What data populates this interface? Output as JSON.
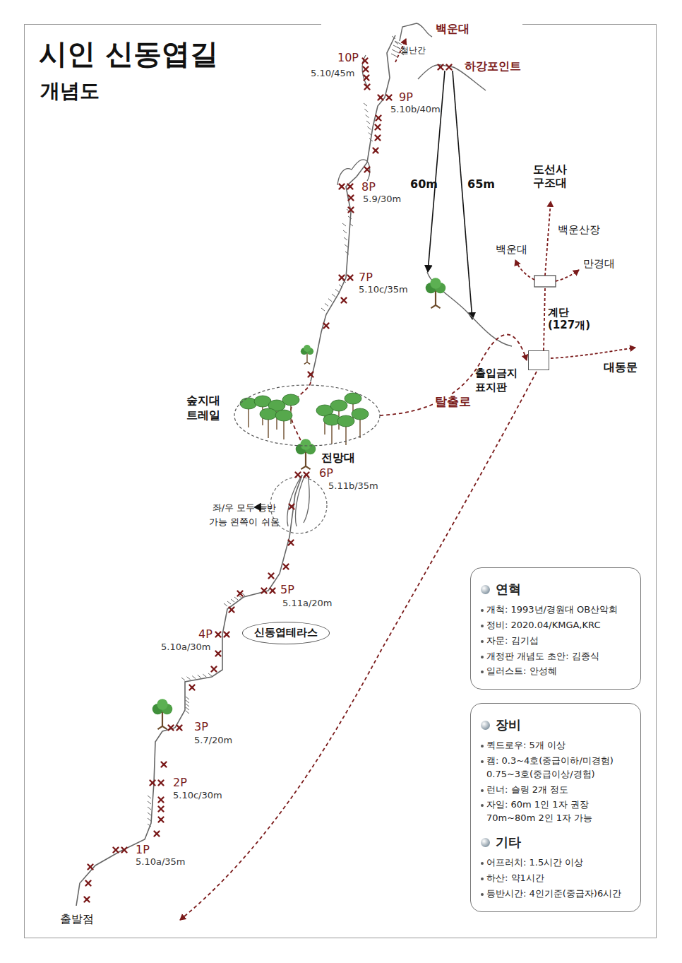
{
  "diagram": {
    "title": "시인 신동엽길",
    "caption": "개념도",
    "nodes": [
      {
        "text": [
          "출입금지 표지판"
        ]
      },
      {
        "text": [
          "숲지대 트레일"
        ]
      },
      {
        "text": [
          "신동엽테라스"
        ]
      },
      {
        "text": [
          "연혁",
          "개척: 1993년/경원대 OB산악회",
          "정비: 2020.04/KMGA,KRC",
          "자문: 김기섭",
          "개정판 개념도 초안: 김종식",
          "일러스트: 안성혜"
        ]
      },
      {
        "text": [
          "장비",
          "퀵드로우: 5개 이상",
          "캠: 0.3~4호(중급이하/미경험) 0.75~3호(중급이상/경험)",
          "런너: 슬링 2개 정도",
          "자일: 60m 1인 1자 권장 70m~80m 2인 1자 가능",
          "기타",
          "어프러치: 1.5시간 이상",
          "하산: 약1시간",
          "등반시간: 4인기준(중급자)6시간"
        ]
      }
    ],
    "edges": [
      {
        "from": 1,
        "to": 0,
        "label": "탈출로",
        "arrow": "to"
      }
    ],
    "labels": [
      "10P",
      "5.10/45m",
      "9P",
      "5.10b/40m",
      "8P",
      "5.9/30m",
      "7P",
      "5.10c/35m",
      "전망대",
      "6P",
      "5.11b/35m",
      "5P",
      "5.11a/20m",
      "4P",
      "5.10a/30m",
      "3P",
      "5.7/20m",
      "2P",
      "5.10c/30m",
      "1P",
      "5.10a/35m",
      "출발점",
      "백운대",
      "철난간",
      "하강포인트",
      "60m",
      "65m",
      "도선사 구조대",
      "백운산장",
      "백운대",
      "만경대",
      "계단 (127개)",
      "대동문",
      "좌/우 모두 등반 가능 왼쪽이 쉬움"
    ]
  }
}
